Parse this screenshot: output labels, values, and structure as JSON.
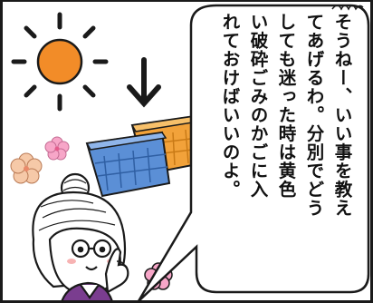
{
  "speech": {
    "lines": [
      "そうねー、いい事を教え",
      "てあげるわ。分別でどう",
      "しても迷った時は黄色",
      "い破砕ごみのかごに入",
      "れておけばいいのよ。"
    ]
  },
  "icons": {
    "sun": "sun-icon",
    "arrow": "down-arrow-icon",
    "flower": "flower-icon"
  },
  "colors": {
    "sun": "#f28c28",
    "basket_blue": "#5b8fd6",
    "basket_orange": "#f2a23a",
    "flower_pink": "#f7a6c8",
    "flower_peach": "#f6c9a8",
    "shirt_purple": "#7a3d8f",
    "outline": "#1a1a1a"
  }
}
